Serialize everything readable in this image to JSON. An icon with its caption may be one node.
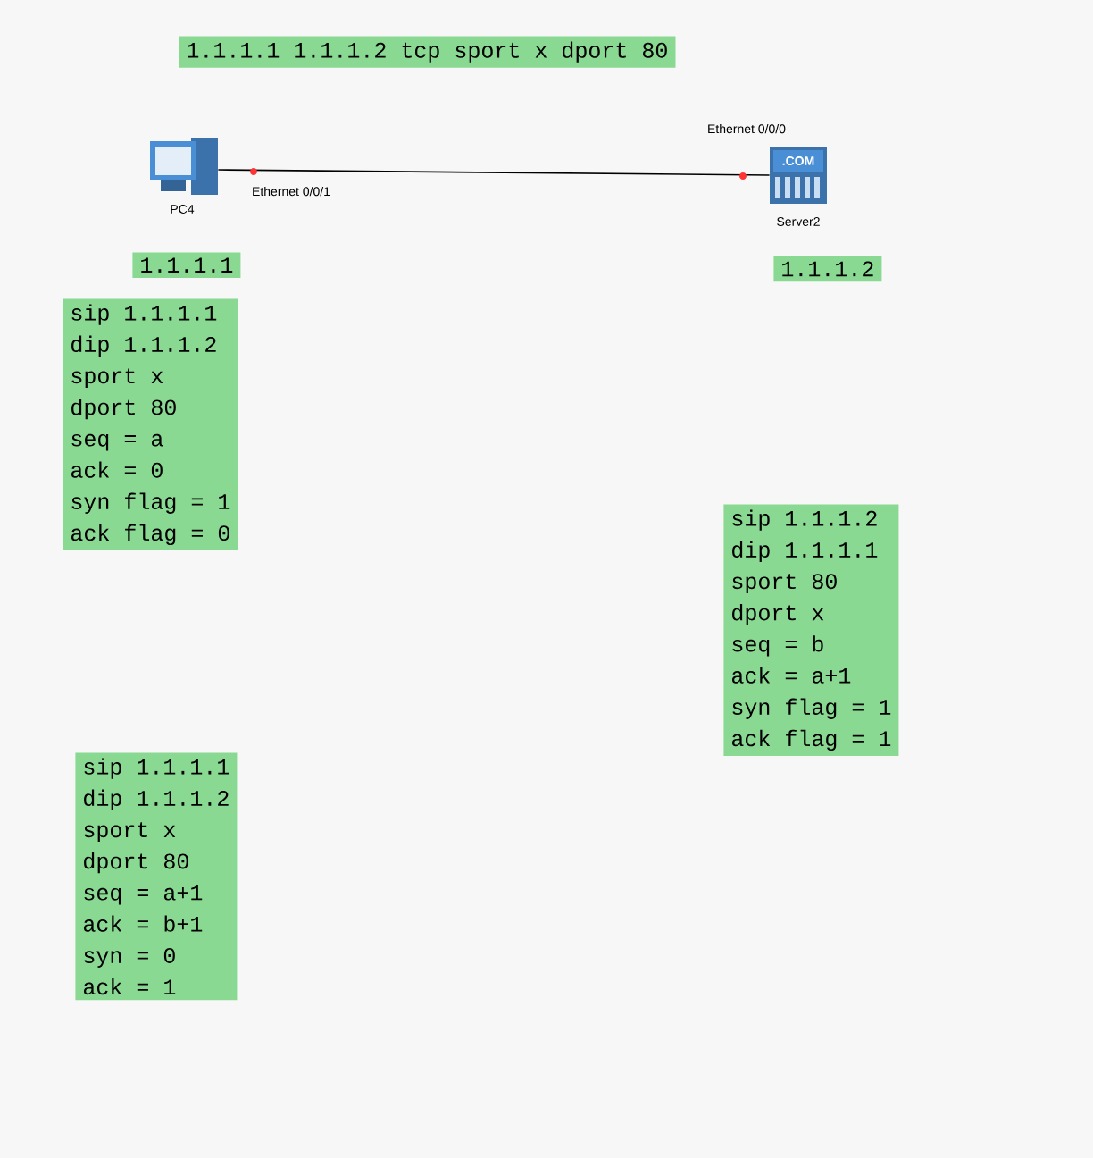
{
  "diagram": {
    "nodes": [
      {
        "text": [
          "1.1.1.1 1.1.1.2 tcp sport x dport 80"
        ]
      },
      {
        "text": [],
        "shape": "computer",
        "beside": [
          "PC4"
        ]
      },
      {
        "text": [
          ".COM"
        ],
        "beside": [
          "Server2"
        ]
      },
      {
        "text": [
          "1.1.1.1"
        ]
      },
      {
        "text": [
          "1.1.1.2"
        ]
      },
      {
        "text": [
          "sip 1.1.1.1",
          "dip 1.1.1.2",
          "sport x",
          "dport 80",
          "seq = a",
          "ack = 0",
          "syn flag = 1",
          "ack flag = 0"
        ]
      },
      {
        "text": [
          "sip 1.1.1.2",
          "dip 1.1.1.1",
          "sport 80",
          "dport x",
          "seq = b",
          "ack = a+1",
          "syn flag = 1",
          "ack flag = 1"
        ]
      },
      {
        "text": [
          "sip 1.1.1.1",
          "dip 1.1.1.2",
          "sport x",
          "dport 80",
          "seq = a+1",
          "ack = b+1",
          "syn = 0",
          "ack = 1"
        ]
      }
    ],
    "edges": [
      {
        "from": 1,
        "to": 2,
        "arrow": "none"
      }
    ],
    "labels": [
      "Ethernet 0/0/0",
      "Ethernet 0/0/1"
    ]
  }
}
